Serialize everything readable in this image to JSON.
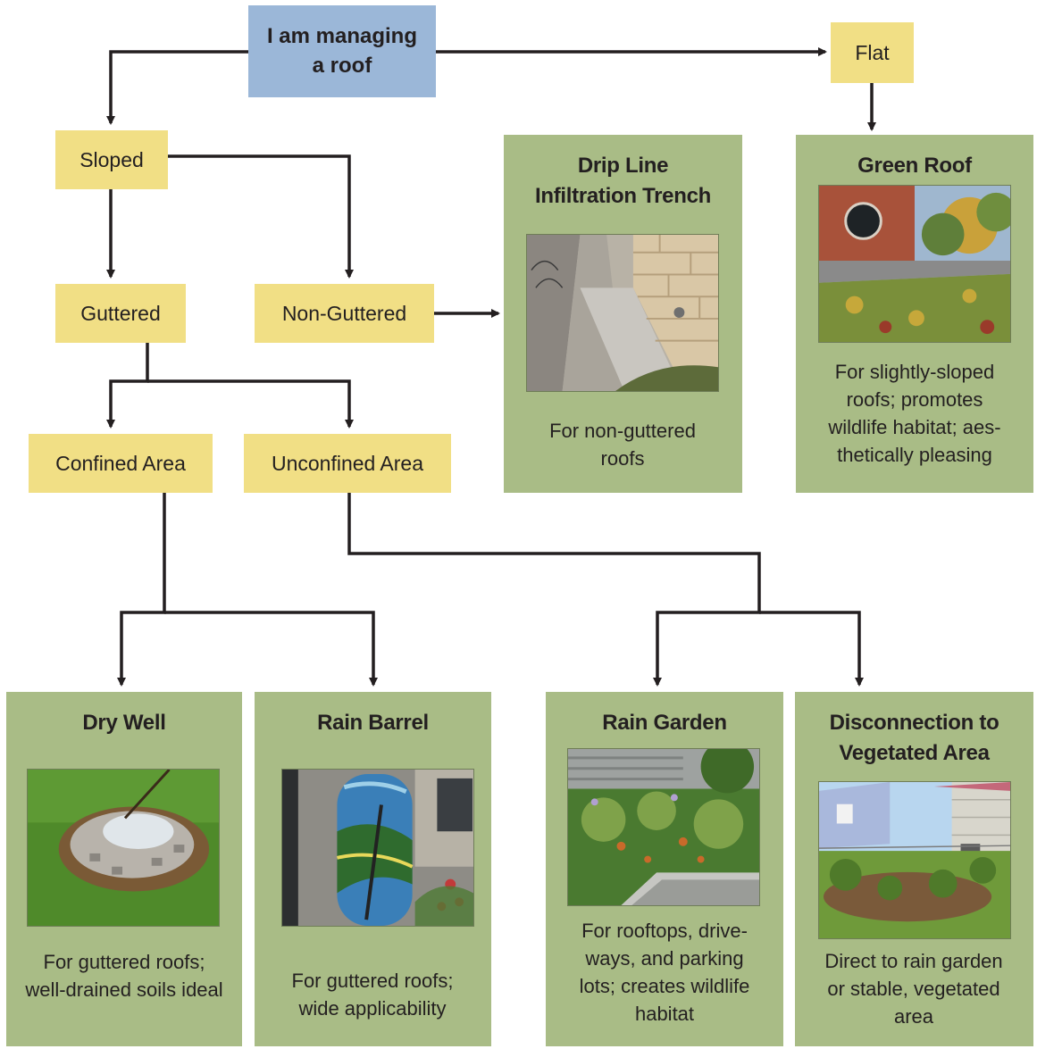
{
  "nodes": {
    "root": "I am managing a roof",
    "flat": "Flat",
    "sloped": "Sloped",
    "guttered": "Guttered",
    "non_guttered": "Non-Guttered",
    "confined": "Confined Area",
    "unconfined": "Unconfined Area"
  },
  "cards": {
    "drip_line": {
      "title_line1": "Drip Line",
      "title_line2": "Infiltration Trench",
      "desc": "For non-guttered roofs"
    },
    "green_roof": {
      "title": "Green Roof",
      "desc": "For slightly-sloped roofs; promotes wildlife habitat; aes-thetically pleasing"
    },
    "dry_well": {
      "title": "Dry Well",
      "desc": "For guttered roofs; well-drained soils ideal"
    },
    "rain_barrel": {
      "title": "Rain Barrel",
      "desc": "For guttered roofs; wide applicability"
    },
    "rain_garden": {
      "title": "Rain Garden",
      "desc": "For rooftops, drive-ways, and parking lots; creates wildlife habitat"
    },
    "disconnection": {
      "title_line1": "Disconnection to",
      "title_line2": "Vegetated Area",
      "desc": "Direct to rain garden or stable, vegetated area"
    }
  },
  "colors": {
    "root_fill": "#9bb7d8",
    "decision_fill": "#f1df85",
    "card_fill": "#a9bc86",
    "connector": "#231f20"
  }
}
